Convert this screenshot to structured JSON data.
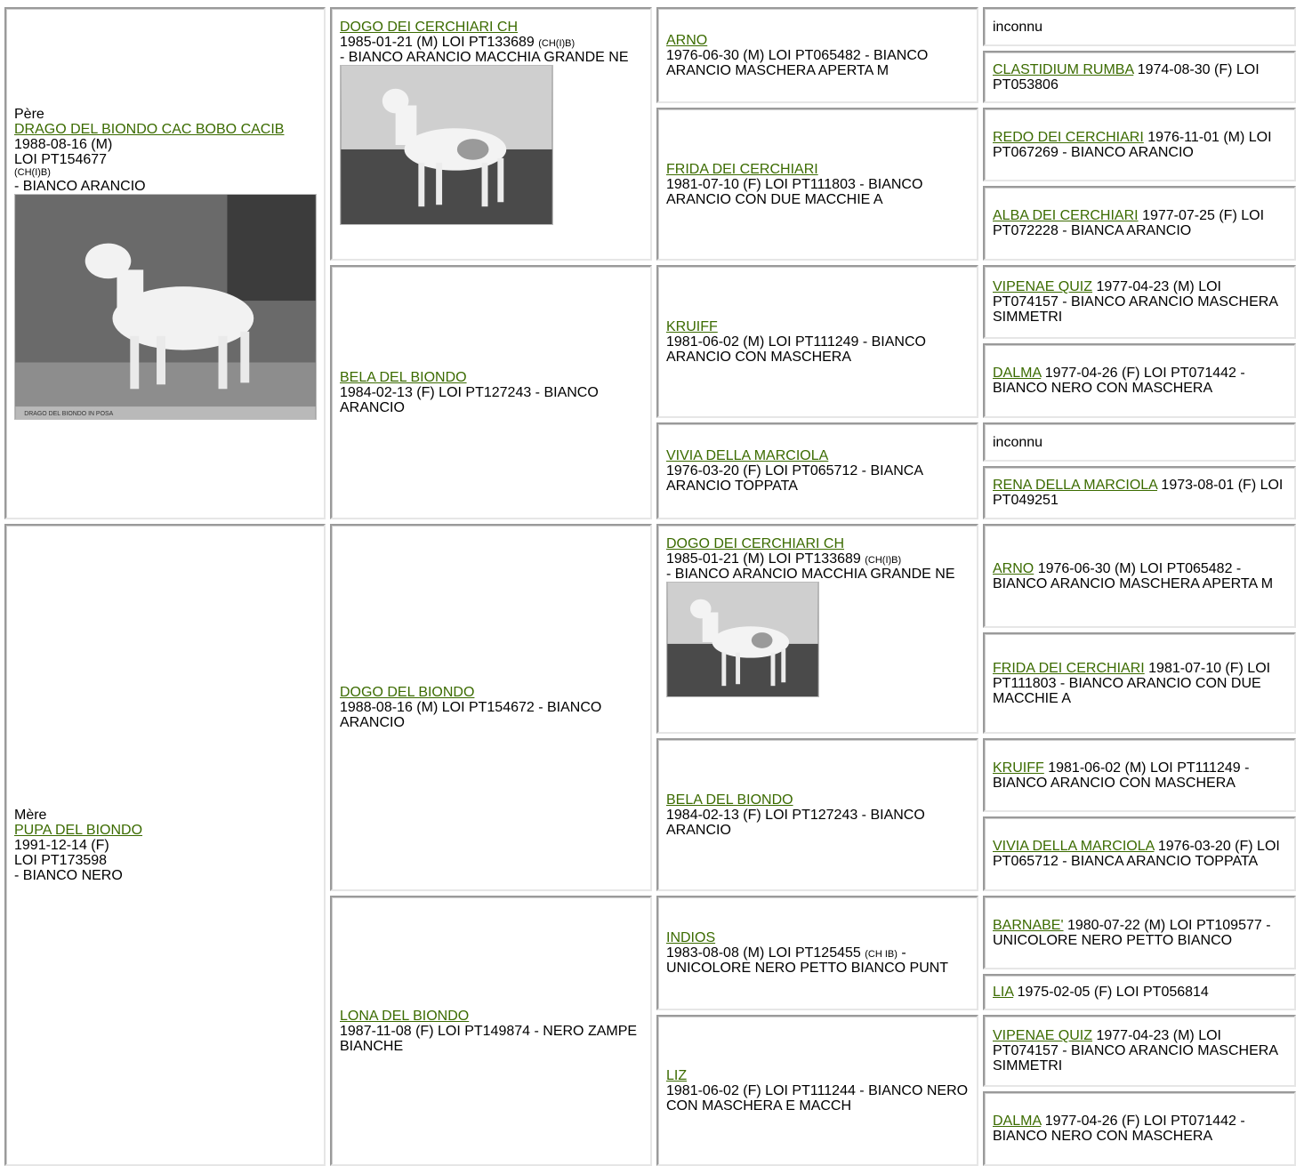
{
  "pere": {
    "label": "Père",
    "name": "DRAGO DEL BIONDO CAC BOBO CACIB",
    "date": "1988-08-16 (M)",
    "loi": "LOI PT154677",
    "title": "(CH(I)B)",
    "color": "- BIANCO ARANCIO",
    "photo_caption": "DRAGO DEL BIONDO IN POSA"
  },
  "mere": {
    "label": "Mère",
    "name": "PUPA DEL BIONDO",
    "date": "1991-12-14 (F)",
    "loi": "LOI PT173598",
    "color": "- BIANCO NERO"
  },
  "gen2": {
    "pp": {
      "name": "DOGO DEI CERCHIARI CH",
      "line1": "1985-01-21 (M) LOI PT133689",
      "title": "(CH(I)B)",
      "line2": "- BIANCO ARANCIO MACCHIA GRANDE NE"
    },
    "pm": {
      "name": "BELA DEL BIONDO",
      "text": "1984-02-13 (F) LOI PT127243 - BIANCO ARANCIO"
    },
    "mp": {
      "name": "DOGO DEL BIONDO",
      "text": "1988-08-16 (M) LOI PT154672 - BIANCO ARANCIO"
    },
    "mm": {
      "name": "LONA DEL BIONDO",
      "text": "1987-11-08 (F) LOI PT149874 - NERO ZAMPE BIANCHE"
    }
  },
  "gen3": {
    "ppp": {
      "name": "ARNO",
      "text": "1976-06-30 (M) LOI PT065482 - BIANCO ARANCIO MASCHERA APERTA M"
    },
    "ppm": {
      "name": "FRIDA DEI CERCHIARI",
      "text": "1981-07-10 (F) LOI PT111803 - BIANCO ARANCIO CON DUE MACCHIE A"
    },
    "pmp": {
      "name": "KRUIFF",
      "text": "1981-06-02 (M) LOI PT111249 - BIANCO ARANCIO CON MASCHERA"
    },
    "pmm": {
      "name": "VIVIA DELLA MARCIOLA",
      "text": "1976-03-20 (F) LOI PT065712 - BIANCA ARANCIO TOPPATA"
    },
    "mpp": {
      "name": "DOGO DEI CERCHIARI CH",
      "line1": "1985-01-21 (M) LOI PT133689",
      "title": "(CH(I)B)",
      "line2": "- BIANCO ARANCIO MACCHIA GRANDE NE"
    },
    "mpm": {
      "name": "BELA DEL BIONDO",
      "text": "1984-02-13 (F) LOI PT127243 - BIANCO ARANCIO"
    },
    "mmp": {
      "name": "INDIOS",
      "text1": "1983-08-08 (M) LOI PT125455",
      "title": "(CH IB)",
      "text2": "- UNICOLORE NERO PETTO BIANCO PUNT"
    },
    "mmm": {
      "name": "LIZ",
      "text": "1981-06-02 (F) LOI PT111244 - BIANCO NERO CON MASCHERA E MACCH"
    }
  },
  "gen4": [
    {
      "unknown": "inconnu"
    },
    {
      "name": "CLASTIDIUM RUMBA",
      "text": "1974-08-30 (F) LOI PT053806"
    },
    {
      "name": "REDO DEI CERCHIARI",
      "text": "1976-11-01 (M) LOI PT067269 - BIANCO ARANCIO"
    },
    {
      "name": "ALBA DEI CERCHIARI",
      "text": "1977-07-25 (F) LOI PT072228 - BIANCA ARANCIO"
    },
    {
      "name": "VIPENAE QUIZ",
      "text": "1977-04-23 (M) LOI PT074157 - BIANCO ARANCIO MASCHERA SIMMETRI"
    },
    {
      "name": "DALMA",
      "text": "1977-04-26 (F) LOI PT071442 - BIANCO NERO CON MASCHERA"
    },
    {
      "unknown": "inconnu"
    },
    {
      "name": "RENA DELLA MARCIOLA",
      "text": "1973-08-01 (F) LOI PT049251"
    },
    {
      "name": "ARNO",
      "text": "1976-06-30 (M) LOI PT065482 - BIANCO ARANCIO MASCHERA APERTA M"
    },
    {
      "name": "FRIDA DEI CERCHIARI",
      "text": "1981-07-10 (F) LOI PT111803 - BIANCO ARANCIO CON DUE MACCHIE A"
    },
    {
      "name": "KRUIFF",
      "text": "1981-06-02 (M) LOI PT111249 - BIANCO ARANCIO CON MASCHERA"
    },
    {
      "name": "VIVIA DELLA MARCIOLA",
      "text": "1976-03-20 (F) LOI PT065712 - BIANCA ARANCIO TOPPATA"
    },
    {
      "name": "BARNABE'",
      "text": "1980-07-22 (M) LOI PT109577 - UNICOLORE NERO PETTO BIANCO"
    },
    {
      "name": "LIA",
      "text": "1975-02-05 (F) LOI PT056814"
    },
    {
      "name": "VIPENAE QUIZ",
      "text": "1977-04-23 (M) LOI PT074157 - BIANCO ARANCIO MASCHERA SIMMETRI"
    },
    {
      "name": "DALMA",
      "text": "1977-04-26 (F) LOI PT071442 - BIANCO NERO CON MASCHERA"
    }
  ]
}
